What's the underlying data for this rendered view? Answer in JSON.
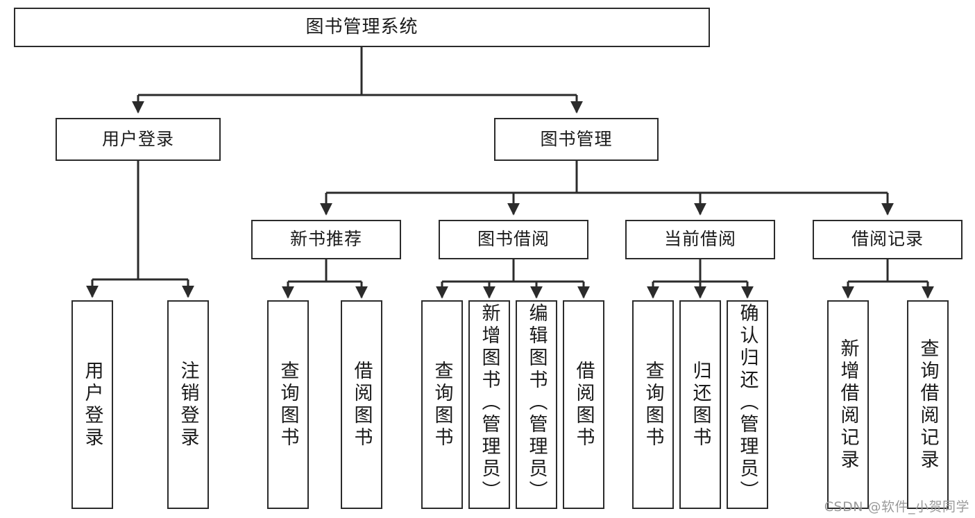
{
  "diagram": {
    "title": "图书管理系统",
    "type": "hierarchy-tree",
    "watermark": "CSDN @软件_小贺同学",
    "colors": {
      "stroke": "#2b2b2b",
      "fill": "#ffffff",
      "text": "#1a1a1a",
      "watermark": "#9a9a9a"
    },
    "nodes": {
      "root": {
        "label": "图书管理系统"
      },
      "level2": [
        {
          "label": "用户登录"
        },
        {
          "label": "图书管理"
        }
      ],
      "level3": [
        {
          "label": "新书推荐"
        },
        {
          "label": "图书借阅"
        },
        {
          "label": "当前借阅"
        },
        {
          "label": "借阅记录"
        }
      ],
      "leaves": {
        "user_login": [
          {
            "label": "用户登录"
          },
          {
            "label": "注销登录"
          }
        ],
        "new_book": [
          {
            "label": "查询图书"
          },
          {
            "label": "借阅图书"
          }
        ],
        "borrow": [
          {
            "label": "查询图书"
          },
          {
            "label": "新增图书（管理员）"
          },
          {
            "label": "编辑图书（管理员）"
          },
          {
            "label": "借阅图书"
          }
        ],
        "current": [
          {
            "label": "查询图书"
          },
          {
            "label": "归还图书"
          },
          {
            "label": "确认归还（管理员）"
          }
        ],
        "records": [
          {
            "label": "新增借阅记录"
          },
          {
            "label": "查询借阅记录"
          }
        ]
      }
    }
  }
}
